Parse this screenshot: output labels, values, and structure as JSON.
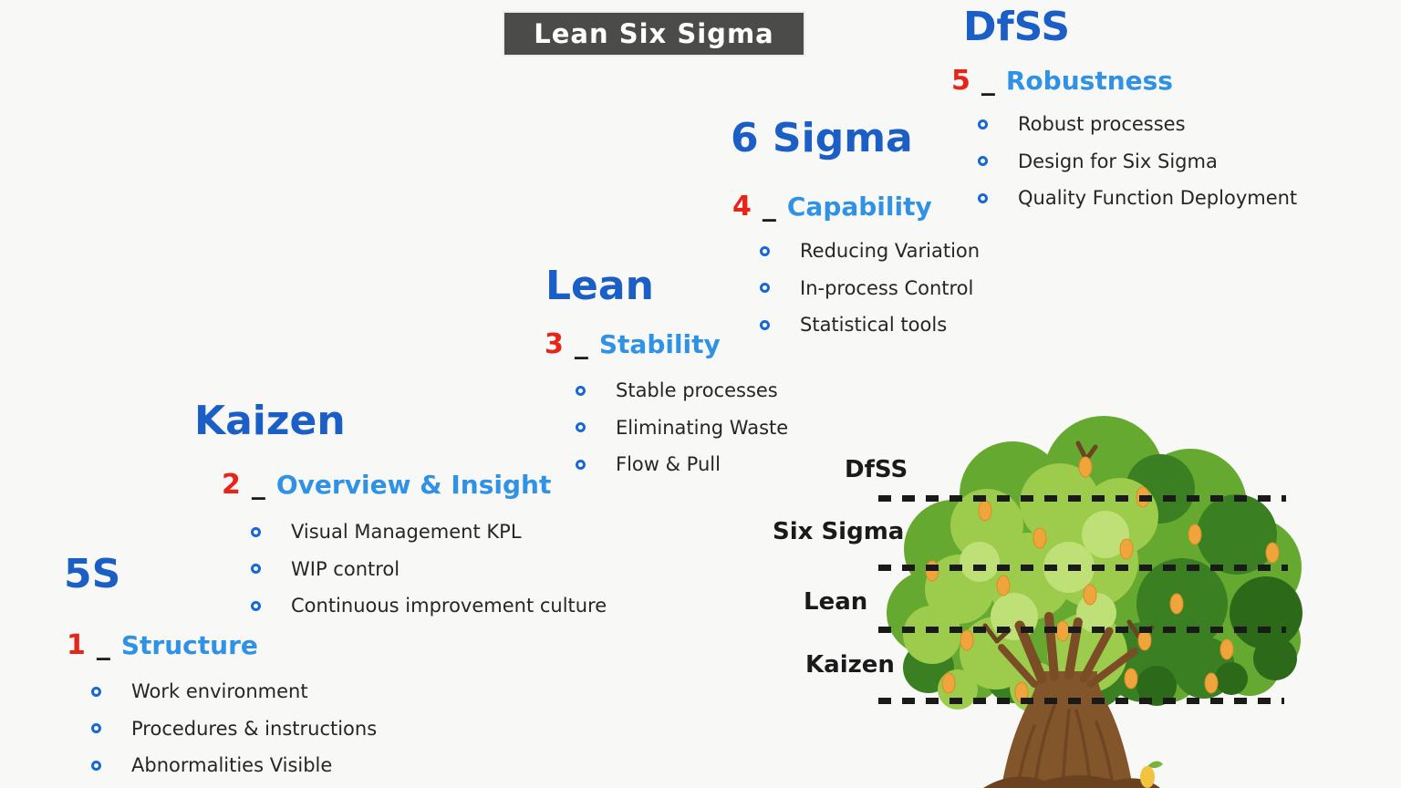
{
  "title": {
    "label": "Lean Six Sigma"
  },
  "colors": {
    "background": "#f8f8f6",
    "title_bg": "#4b4b49",
    "title_text": "#ffffff",
    "heading_blue": "#1b5fc6",
    "subheading_blue": "#2f92e4",
    "number_red": "#e82318",
    "body_text": "#262626",
    "bullet_ring_blue": "#1768d4",
    "tree_label_black": "#1a1a1a",
    "dash_black": "#1a1a1a"
  },
  "sections": [
    {
      "name": "5s",
      "heading": "5S",
      "number": "1",
      "separator": "_",
      "subheading": "Structure",
      "bullets": [
        "Work environment",
        "Procedures & instructions",
        "Abnormalities Visible"
      ]
    },
    {
      "name": "kaizen",
      "heading": "Kaizen",
      "number": "2",
      "separator": "_",
      "subheading": "Overview & Insight",
      "bullets": [
        "Visual Management KPL",
        "WIP control",
        "Continuous improvement culture"
      ]
    },
    {
      "name": "lean",
      "heading": "Lean",
      "number": "3",
      "separator": "_",
      "subheading": "Stability",
      "bullets": [
        "Stable processes",
        "Eliminating Waste",
        "Flow & Pull"
      ]
    },
    {
      "name": "six-sigma",
      "heading": "6 Sigma",
      "number": "4",
      "separator": "_",
      "subheading": "Capability",
      "bullets": [
        "Reducing Variation",
        "In-process Control",
        "Statistical tools"
      ]
    },
    {
      "name": "dfss",
      "heading": "DfSS",
      "number": "5",
      "separator": "_",
      "subheading": "Robustness",
      "bullets": [
        "Robust processes",
        "Design for Six Sigma",
        "Quality Function Deployment"
      ]
    }
  ],
  "tree": {
    "illustration": "mango-tree",
    "labels": [
      {
        "label": "DfSS"
      },
      {
        "label": "Six Sigma"
      },
      {
        "label": "Lean"
      },
      {
        "label": "Kaizen"
      }
    ]
  }
}
